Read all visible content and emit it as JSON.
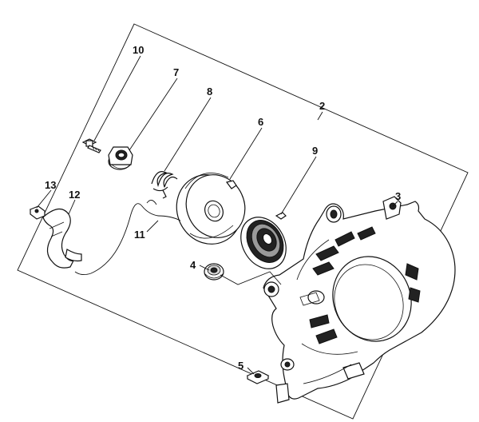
{
  "diagram": {
    "callouts": [
      {
        "id": "label-10",
        "text": "10"
      },
      {
        "id": "label-7",
        "text": "7"
      },
      {
        "id": "label-8",
        "text": "8"
      },
      {
        "id": "label-6",
        "text": "6"
      },
      {
        "id": "label-2",
        "text": "2"
      },
      {
        "id": "label-9",
        "text": "9"
      },
      {
        "id": "label-3",
        "text": "3"
      },
      {
        "id": "label-13",
        "text": "13"
      },
      {
        "id": "label-12",
        "text": "12"
      },
      {
        "id": "label-11",
        "text": "11"
      },
      {
        "id": "label-4",
        "text": "4"
      },
      {
        "id": "label-5",
        "text": "5"
      }
    ]
  },
  "colors": {
    "line": "#111111",
    "background": "#ffffff",
    "shade_dark": "#222222",
    "shade_mid": "#9a9a9a",
    "shade_light": "#d9d9d9"
  }
}
